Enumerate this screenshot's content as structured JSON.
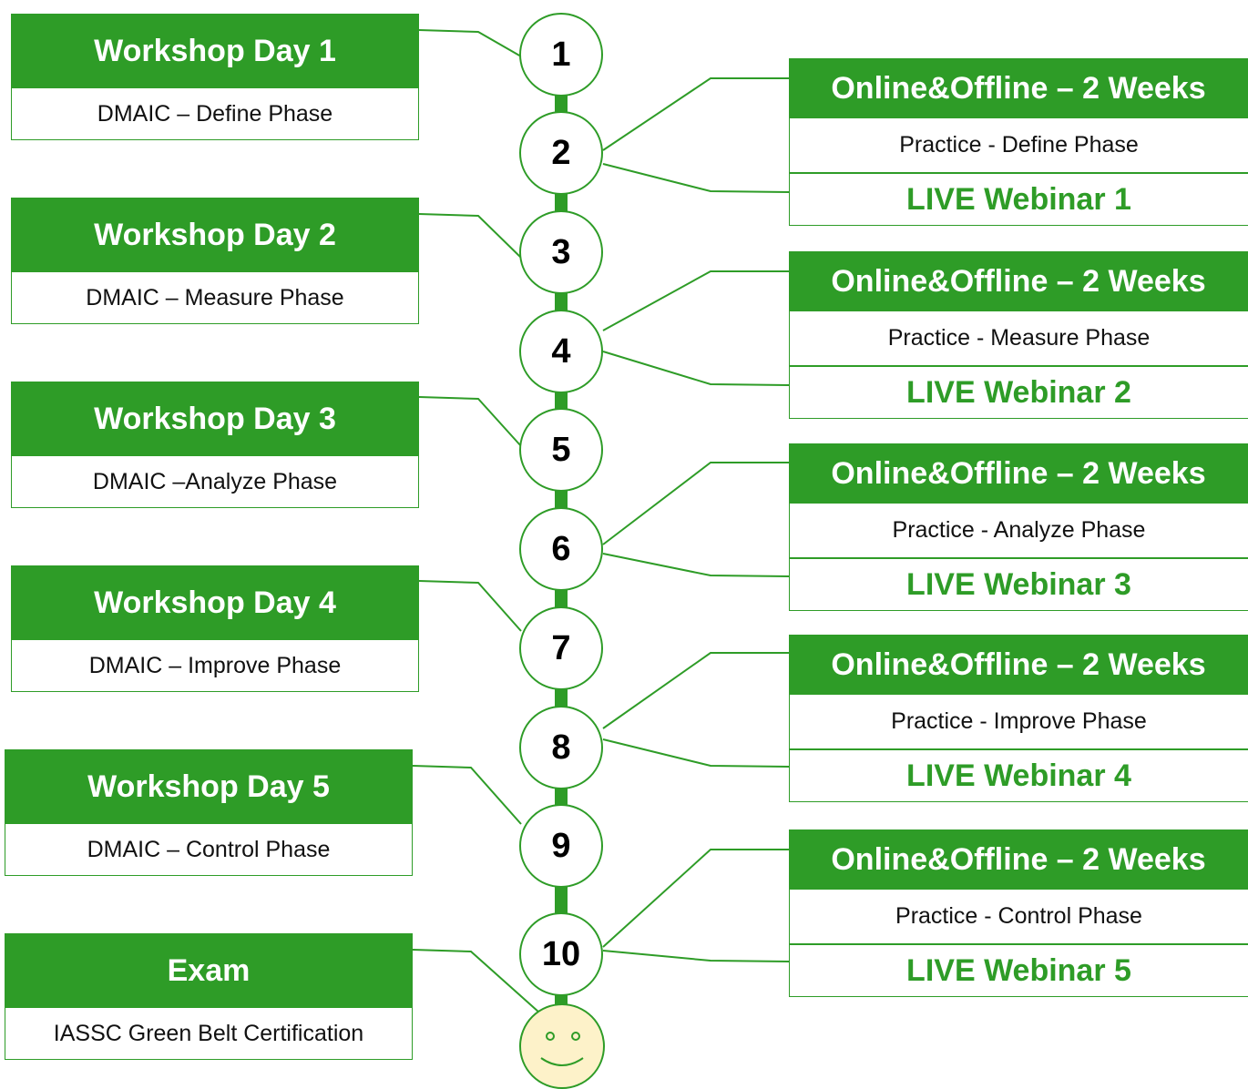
{
  "colors": {
    "green": "#2e9c27",
    "smiley_fill": "#fdf2c9"
  },
  "workshops": [
    {
      "title": "Workshop Day 1",
      "subtitle": "DMAIC – Define Phase"
    },
    {
      "title": "Workshop Day 2",
      "subtitle": "DMAIC – Measure Phase"
    },
    {
      "title": "Workshop Day 3",
      "subtitle": "DMAIC –Analyze Phase"
    },
    {
      "title": "Workshop Day 4",
      "subtitle": "DMAIC – Improve Phase"
    },
    {
      "title": "Workshop Day 5",
      "subtitle": "DMAIC – Control Phase"
    }
  ],
  "exam": {
    "title": "Exam",
    "subtitle": "IASSC Green Belt Certification"
  },
  "online": [
    {
      "title": "Online&Offline – 2 Weeks",
      "practice": "Practice - Define Phase",
      "webinar": "LIVE Webinar 1"
    },
    {
      "title": "Online&Offline – 2 Weeks",
      "practice": "Practice - Measure Phase",
      "webinar": "LIVE Webinar 2"
    },
    {
      "title": "Online&Offline – 2 Weeks",
      "practice": "Practice - Analyze Phase",
      "webinar": "LIVE Webinar 3"
    },
    {
      "title": "Online&Offline – 2 Weeks",
      "practice": "Practice - Improve Phase",
      "webinar": "LIVE Webinar 4"
    },
    {
      "title": "Online&Offline – 2 Weeks",
      "practice": "Practice - Control Phase",
      "webinar": "LIVE Webinar 5"
    }
  ],
  "steps": [
    "1",
    "2",
    "3",
    "4",
    "5",
    "6",
    "7",
    "8",
    "9",
    "10"
  ],
  "final_icon": "smiley-face-icon"
}
